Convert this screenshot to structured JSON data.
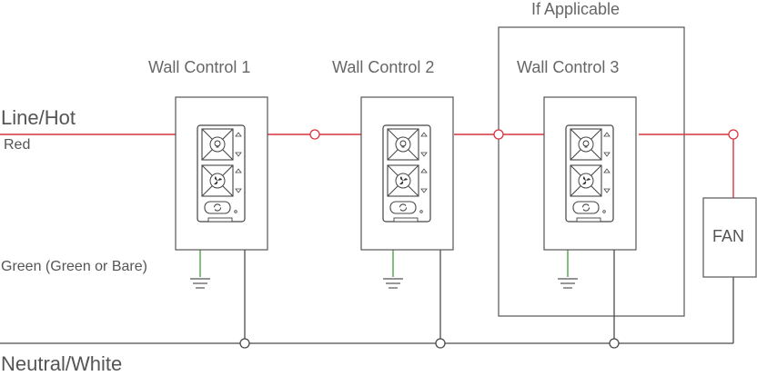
{
  "header": {
    "if_applicable": "If Applicable"
  },
  "controls": [
    {
      "title": "Wall Control 1"
    },
    {
      "title": "Wall Control 2"
    },
    {
      "title": "Wall Control 3"
    }
  ],
  "wires": {
    "line_hot": "Line/Hot",
    "red": "Red",
    "ground": "Green (Green or Bare)",
    "neutral": "Neutral/White"
  },
  "fan": {
    "label": "FAN"
  },
  "colors": {
    "hot_wire": "#d9343f",
    "ground_wire": "#3aa135",
    "neutral_wire": "#4a4a4a",
    "outline": "#555555"
  },
  "icons": {
    "light": "light-bulb-icon",
    "fan": "fan-icon",
    "sync": "sync-icon"
  }
}
